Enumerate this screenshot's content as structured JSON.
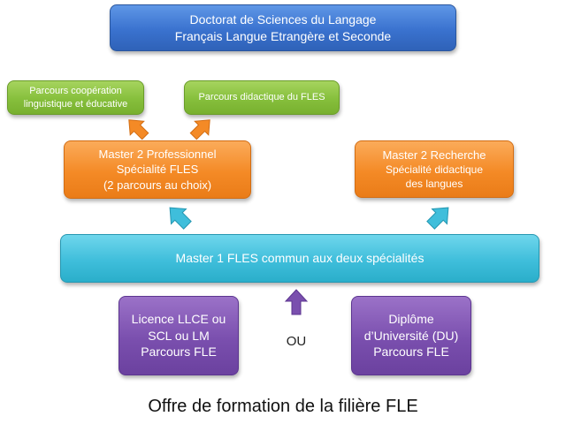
{
  "top": {
    "line1": "Doctorat de Sciences du Langage",
    "line2": "Français Langue Etrangère et Seconde"
  },
  "parcours_cooperation": {
    "line1": "Parcours coopération",
    "line2": "linguistique et éducative"
  },
  "parcours_didactique": {
    "line1": "Parcours didactique du FLES"
  },
  "master2_pro": {
    "line1": "Master 2 Professionnel",
    "line2": "Spécialité FLES",
    "line3": "(2 parcours au choix)"
  },
  "master2_recherche": {
    "line1": "Master 2 Recherche",
    "line2": "Spécialité didactique",
    "line3": "des langues"
  },
  "master1": {
    "line1": "Master 1 FLES commun aux deux spécialités"
  },
  "licence": {
    "line1": "Licence LLCE ou",
    "line2": "SCL ou LM",
    "line3": "Parcours FLE"
  },
  "du": {
    "line1": "Diplôme",
    "line2": "d’Université (DU)",
    "line3": "Parcours FLE"
  },
  "connector": "OU",
  "caption": "Offre de formation de la filière FLE",
  "colors": {
    "blue": "#3a72cf",
    "green": "#86bf3c",
    "orange": "#f48a26",
    "cyan": "#3fbedb",
    "purple": "#7a4fae"
  }
}
